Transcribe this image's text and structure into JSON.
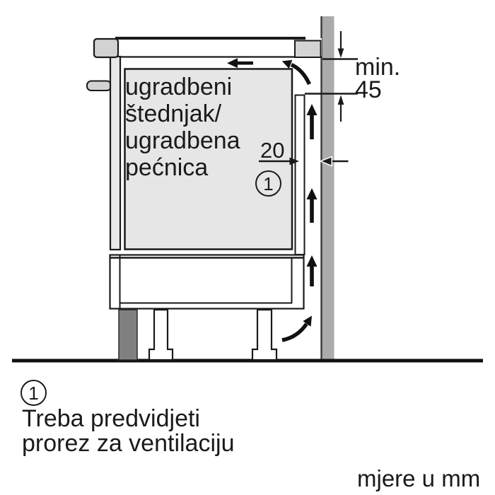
{
  "diagram": {
    "appliance_label": "ugradbeni\nštednjak/\nugradbena\npećnica",
    "callout_number": "1",
    "dim_gap": "20",
    "dim_min_prefix": "min.",
    "dim_min_value": "45"
  },
  "footnote": {
    "number": "1",
    "text": "Treba predvidjeti\nprorez za ventilaciju"
  },
  "units_note": "mjere u mm",
  "colors": {
    "line": "#1a1a1a",
    "wall_fill": "#ababab",
    "wall_edge": "#3a3a3a",
    "appliance_fill": "#e6e6e6",
    "cabinet_fill": "#e8e8e8",
    "trim_fill": "#d2d2d2",
    "counter_block_fill": "#d4d4d4",
    "plinth_fill": "#808080",
    "floor_color": "#111111",
    "arrow_color": "#111111"
  }
}
